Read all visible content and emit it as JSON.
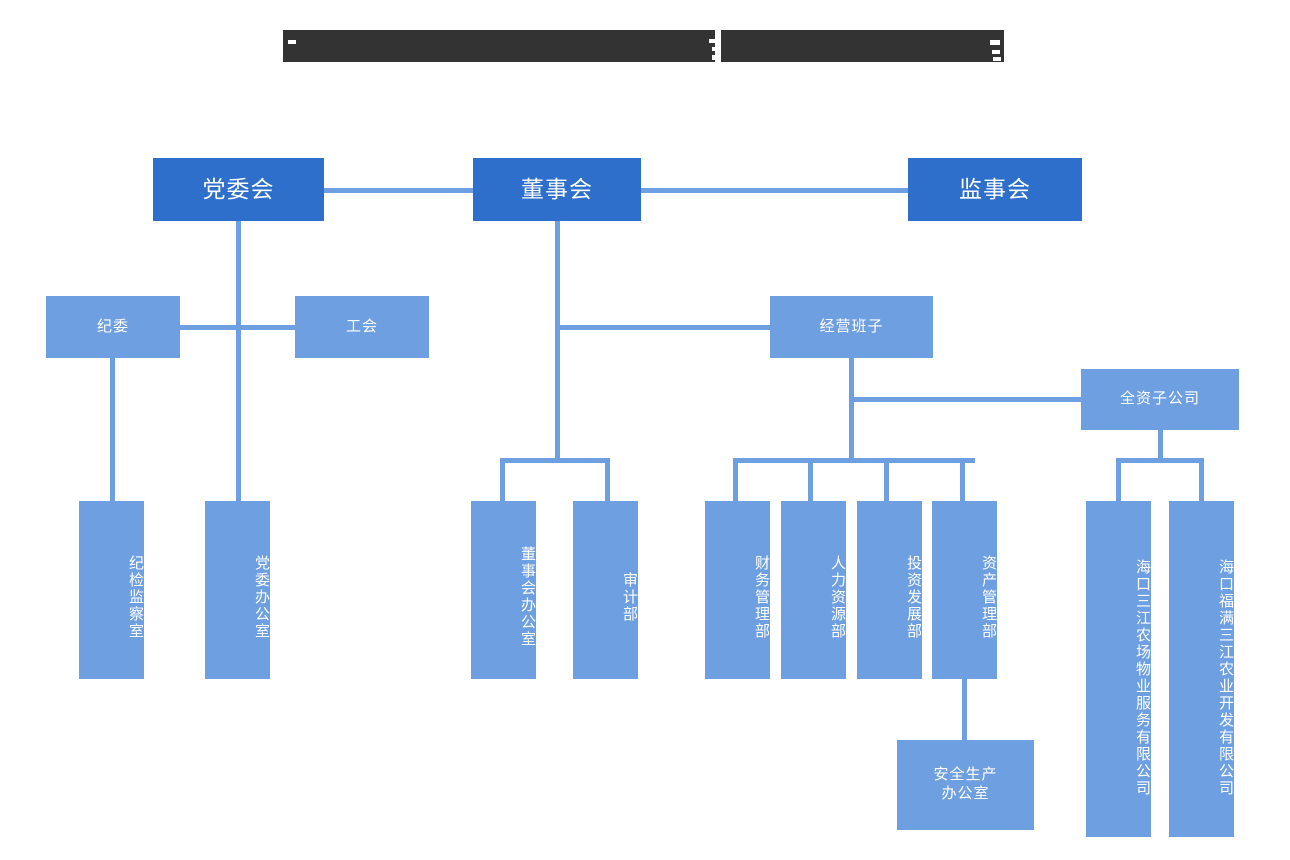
{
  "document": {
    "kind": "organization-chart",
    "background": "#ffffff",
    "colors": {
      "level1_box": "#2E6FCB",
      "level2_box": "#6E9FE0",
      "connector": "#6E9FE0",
      "box_text": "#ffffff",
      "redaction": "#333333"
    }
  },
  "title": {
    "redacted": true,
    "visible_text": "",
    "note": "title bar is blacked out / redacted"
  },
  "nodes": {
    "party_committee": {
      "label": "党委会",
      "level": 1
    },
    "board_of_directors": {
      "label": "董事会",
      "level": 1
    },
    "supervisory_board": {
      "label": "监事会",
      "level": 1
    },
    "discipline_committee": {
      "label": "纪委",
      "level": 2
    },
    "labor_union": {
      "label": "工会",
      "level": 2
    },
    "management_team": {
      "label": "经营班子",
      "level": 2
    },
    "wholly_owned_subsidiary": {
      "label": "全资子公司",
      "level": 2
    },
    "discipline_inspection_office": {
      "label": "纪检监察室",
      "orientation": "vertical"
    },
    "party_committee_office": {
      "label": "党委办公室",
      "orientation": "vertical"
    },
    "board_office": {
      "label": "董事会办公室",
      "orientation": "vertical"
    },
    "audit_department": {
      "label": "审计部",
      "orientation": "vertical"
    },
    "finance_department": {
      "label": "财务管理部",
      "orientation": "vertical"
    },
    "hr_department": {
      "label": "人力资源部",
      "orientation": "vertical"
    },
    "investment_department": {
      "label": "投资发展部",
      "orientation": "vertical"
    },
    "asset_department": {
      "label": "资产管理部",
      "orientation": "vertical"
    },
    "safety_office": {
      "label": "安全生产\n办公室",
      "line1": "安全生产",
      "line2": "办公室",
      "orientation": "horizontal"
    },
    "subsidiary_property": {
      "label": "海口三江农场物业服务有限公司",
      "orientation": "vertical"
    },
    "subsidiary_agriculture": {
      "label": "海口福满三江农业开发有限公司",
      "orientation": "vertical"
    }
  }
}
